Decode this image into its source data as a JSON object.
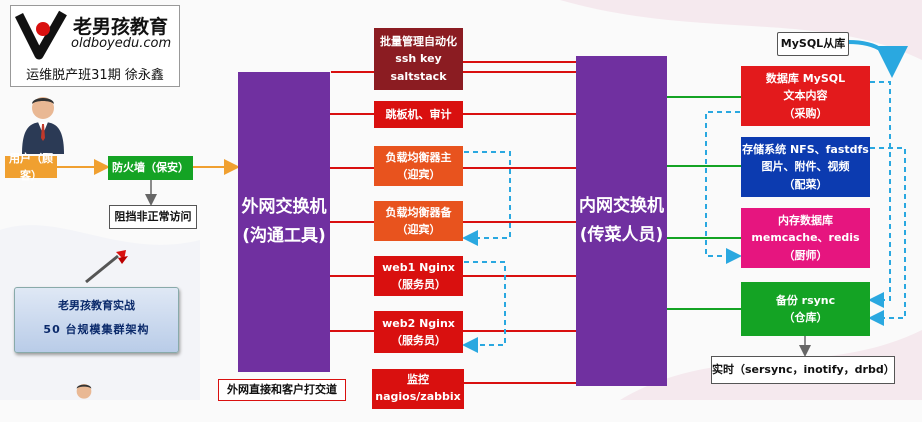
{
  "logo": {
    "brand": "老男孩教育",
    "url": "oldboyedu.com",
    "class_info": "运维脱产班31期 徐永鑫"
  },
  "left": {
    "user": "用户（顾客）",
    "firewall": "防火墙（保安）",
    "block": "阻挡非正常访问",
    "banner_line1": "老男孩教育实战",
    "banner_line2": "50 台规模集群架构"
  },
  "switches": {
    "external_line1": "外网交换机",
    "external_line2": "(沟通工具)",
    "external_note": "外网直接和客户打交道",
    "internal_line1": "内网交换机",
    "internal_line2": "(传菜人员)"
  },
  "middle": {
    "batch_line1": "批量管理自动化",
    "batch_line2": "ssh key",
    "batch_line3": "saltstack",
    "jump": "跳板机、审计",
    "lb_master_line1": "负载均衡器主",
    "lb_master_line2": "（迎宾）",
    "lb_backup_line1": "负载均衡器备",
    "lb_backup_line2": "（迎宾）",
    "web1_line1": "web1 Nginx",
    "web1_line2": "（服务员）",
    "web2_line1": "web2 Nginx",
    "web2_line2": "（服务员）",
    "monitor_line1": "监控",
    "monitor_line2": "nagios/zabbix"
  },
  "right": {
    "mysql_master": "MySQL从库",
    "db_line1": "数据库 MySQL",
    "db_line2": "文本内容",
    "db_line3": "（采购）",
    "storage_line1": "存储系统 NFS、fastdfs",
    "storage_line2": "图片、附件、视频",
    "storage_line3": "（配菜）",
    "cache_line1": "内存数据库",
    "cache_line2": "memcache、redis",
    "cache_line3": "（厨师）",
    "backup_line1": "备份 rsync",
    "backup_line2": "（仓库）",
    "realtime": "实时（sersync，inotify，drbd）"
  },
  "colors": {
    "purple": "#7030a0",
    "red": "#d9100f",
    "orange": "#e8531e",
    "green": "#14a324",
    "pink": "#e6157f",
    "blue": "#0c3bb0",
    "dashed_blue": "#2aa8e0"
  }
}
